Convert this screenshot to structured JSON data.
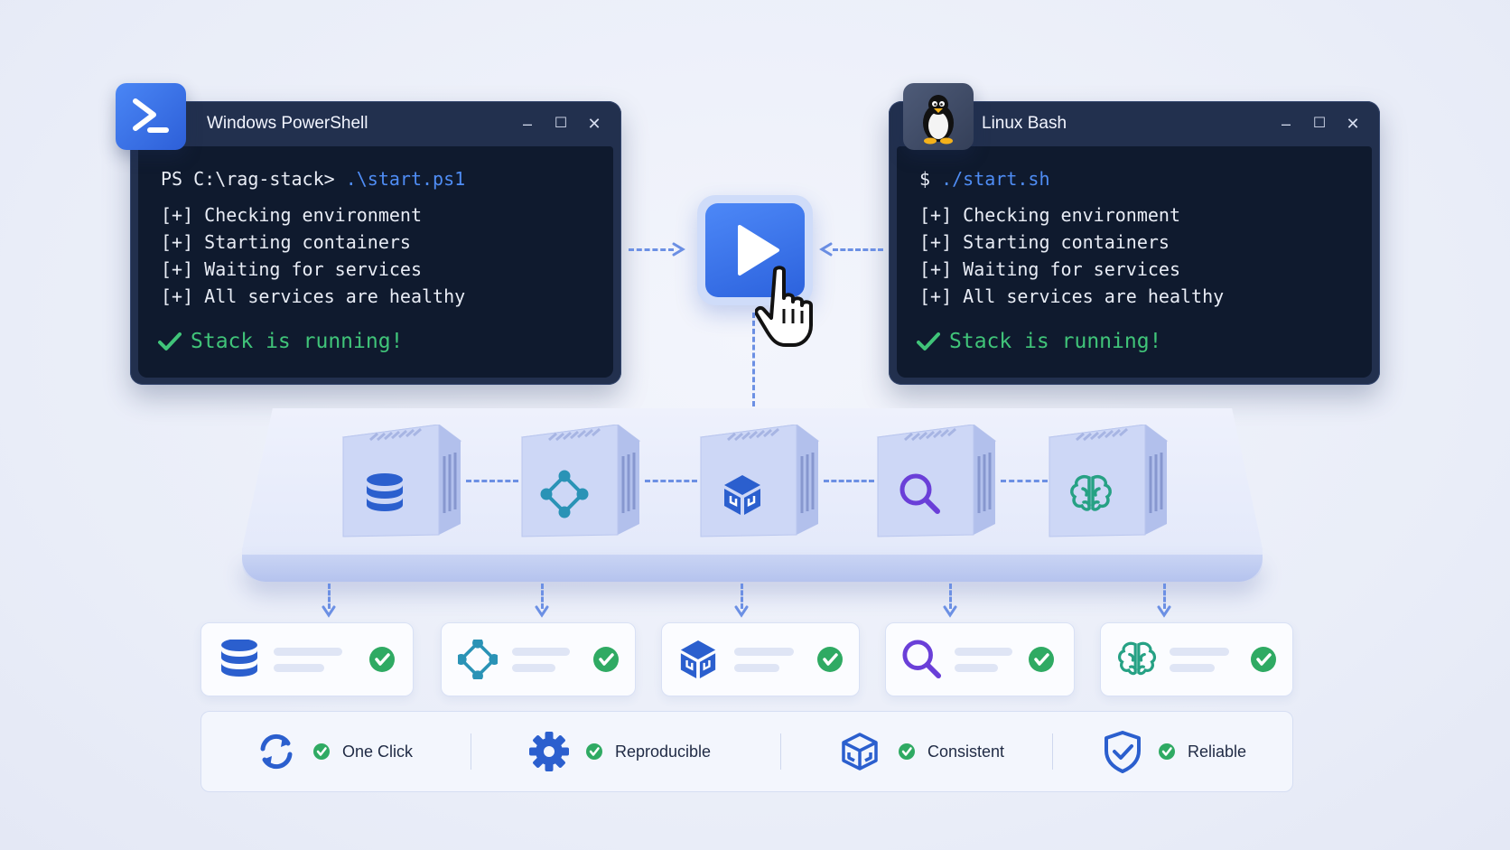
{
  "colors": {
    "accent_blue": "#3f72e8",
    "success_green": "#40c479",
    "check_badge": "#2faa63",
    "terminal_frame": "#22304e",
    "terminal_body": "#0f1a2e",
    "connector": "#6c90e4"
  },
  "terminals": [
    {
      "title": "Windows PowerShell",
      "icon": "powershell-icon",
      "prompt": "PS C:\\rag-stack> ",
      "command": ".\\start.ps1",
      "lines": [
        "[+] Checking environment",
        "[+] Starting containers",
        "[+] Waiting for services",
        "[+] All services are healthy"
      ],
      "status": "Stack is running!"
    },
    {
      "title": "Linux Bash",
      "icon": "tux-penguin-icon",
      "prompt": "$ ",
      "command": "./start.sh",
      "lines": [
        "[+] Checking environment",
        "[+] Starting containers",
        "[+] Waiting for services",
        "[+] All services are healthy"
      ],
      "status": "Stack is running!"
    }
  ],
  "window_controls": {
    "minimize": "–",
    "maximize": "☐",
    "close": "✕"
  },
  "center_button": {
    "icon": "play-icon",
    "cursor": "hand-cursor-icon"
  },
  "containers": [
    {
      "icon": "database-icon"
    },
    {
      "icon": "graph-network-icon"
    },
    {
      "icon": "package-box-icon"
    },
    {
      "icon": "search-icon"
    },
    {
      "icon": "brain-icon"
    }
  ],
  "service_cards": [
    {
      "icon": "database-icon",
      "status_icon": "check-circle-icon"
    },
    {
      "icon": "graph-network-icon",
      "status_icon": "check-circle-icon"
    },
    {
      "icon": "package-box-icon",
      "status_icon": "check-circle-icon"
    },
    {
      "icon": "search-icon",
      "status_icon": "check-circle-icon"
    },
    {
      "icon": "brain-icon",
      "status_icon": "check-circle-icon"
    }
  ],
  "features": [
    {
      "icon": "refresh-icon",
      "label": "One Click"
    },
    {
      "icon": "gear-icon",
      "label": "Reproducible"
    },
    {
      "icon": "cube-icon",
      "label": "Consistent"
    },
    {
      "icon": "shield-check-icon",
      "label": "Reliable"
    }
  ]
}
